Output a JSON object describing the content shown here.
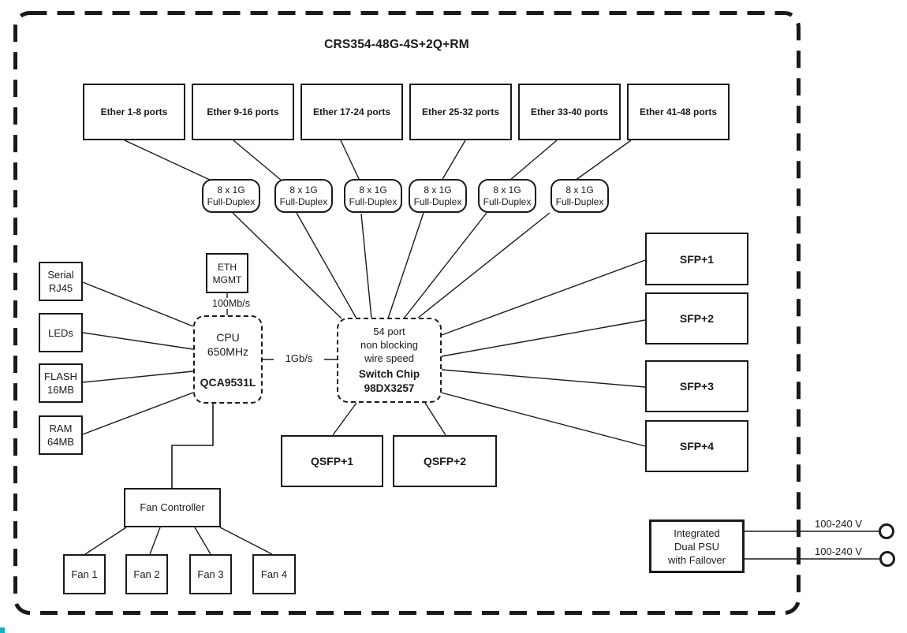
{
  "title": "CRS354-48G-4S+2Q+RM",
  "ether_port_groups": [
    "Ether 1-8 ports",
    "Ether 9-16 ports",
    "Ether 17-24 ports",
    "Ether 25-32 ports",
    "Ether 33-40 ports",
    "Ether 41-48 ports"
  ],
  "phy_links": [
    {
      "line1": "8 x 1G",
      "line2": "Full-Duplex"
    },
    {
      "line1": "8 x 1G",
      "line2": "Full-Duplex"
    },
    {
      "line1": "8 x 1G",
      "line2": "Full-Duplex"
    },
    {
      "line1": "8 x 1G",
      "line2": "Full-Duplex"
    },
    {
      "line1": "8 x 1G",
      "line2": "Full-Duplex"
    },
    {
      "line1": "8 x 1G",
      "line2": "Full-Duplex"
    }
  ],
  "left_modules": {
    "serial": {
      "line1": "Serial",
      "line2": "RJ45"
    },
    "leds": {
      "line1": "LEDs"
    },
    "flash": {
      "line1": "FLASH",
      "line2": "16MB"
    },
    "ram": {
      "line1": "RAM",
      "line2": "64MB"
    }
  },
  "eth_mgmt": {
    "line1": "ETH",
    "line2": "MGMT",
    "link_speed": "100Mb/s"
  },
  "cpu": {
    "line1": "CPU",
    "line2": "650MHz",
    "model": "QCA9531L",
    "uplink_speed": "1Gb/s"
  },
  "switch_chip": {
    "line1": "54 port",
    "line2": "non blocking",
    "line3": "wire speed",
    "line4": "Switch Chip",
    "line5": "98DX3257"
  },
  "qsfp_ports": [
    "QSFP+1",
    "QSFP+2"
  ],
  "sfp_ports": [
    "SFP+1",
    "SFP+2",
    "SFP+3",
    "SFP+4"
  ],
  "fan_controller": {
    "label": "Fan Controller"
  },
  "fans": [
    "Fan 1",
    "Fan 2",
    "Fan 3",
    "Fan 4"
  ],
  "psu": {
    "line1": "Integrated",
    "line2": "Dual PSU",
    "line3": "with Failover",
    "input1_label": "100-240 V",
    "input2_label": "100-240 V"
  },
  "colors": {
    "ink": "#1a1a1a",
    "background": "#ffffff",
    "artifact": "#00b8bc"
  }
}
